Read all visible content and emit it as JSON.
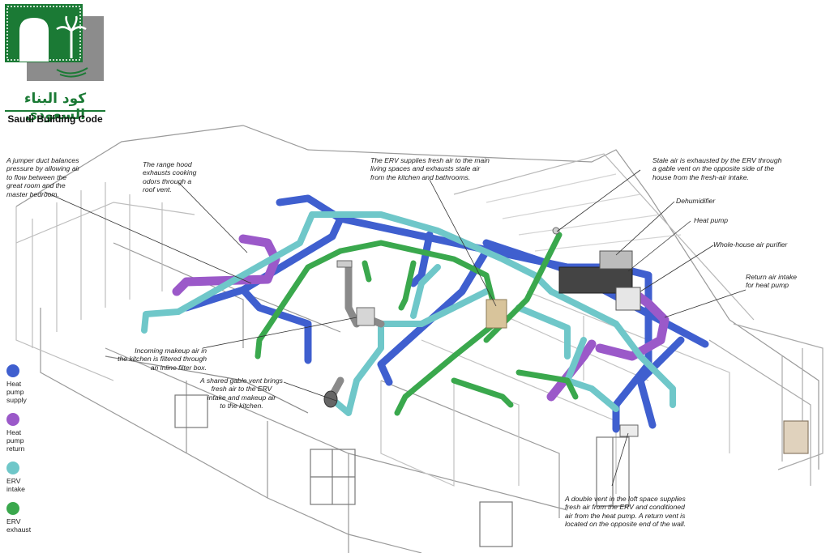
{
  "logo": {
    "arabic": "كود البناء السعودي",
    "english": "Saudi Building Code",
    "colors": {
      "green": "#1b7a35",
      "gray": "#8c8c8c"
    }
  },
  "legend": [
    {
      "label_lines": [
        "Heat",
        "pump",
        "supply"
      ],
      "color": "#3f5fcf",
      "icon": "blue-dot-icon"
    },
    {
      "label_lines": [
        "Heat",
        "pump",
        "return"
      ],
      "color": "#9b59c9",
      "icon": "purple-dot-icon"
    },
    {
      "label_lines": [
        "ERV",
        "intake"
      ],
      "color": "#6fc7c9",
      "icon": "teal-dot-icon"
    },
    {
      "label_lines": [
        "ERV",
        "exhaust"
      ],
      "color": "#3aa84d",
      "icon": "green-dot-icon"
    }
  ],
  "callouts": {
    "jumper": [
      "A jumper duct balances",
      "pressure by allowing air",
      "to flow between the",
      "great room and the",
      "master bedroom."
    ],
    "range_hood": [
      "The range hood",
      "exhausts cooking",
      "odors through a",
      "roof vent."
    ],
    "erv_supply": [
      "The ERV supplies fresh air to the main",
      "living spaces and exhausts stale air",
      "from the kitchen and bathrooms."
    ],
    "stale_air": [
      "Stale air is exhausted by the ERV through",
      "a gable vent on the opposite side of the",
      "house from the fresh-air intake."
    ],
    "dehumidifier": [
      "Dehumidifier"
    ],
    "heat_pump": [
      "Heat pump"
    ],
    "purifier": [
      "Whole-house air purifier"
    ],
    "return_intake": [
      "Return air intake",
      "for heat pump"
    ],
    "makeup": [
      "Incoming makeup air in",
      "the kitchen is filtered through",
      "an inline filter box."
    ],
    "gable": [
      "A shared gable vent brings",
      "fresh air to the ERV",
      "intake and makeup air",
      "to the kitchen."
    ],
    "double_vent": [
      "A double vent in the loft space supplies",
      "fresh air from the ERV and conditioned",
      "air from the heat pump. A return vent is",
      "located on the opposite end of the wall."
    ]
  },
  "colors": {
    "supply": "#3f5fcf",
    "return": "#9b59c9",
    "intake": "#6fc7c9",
    "exhaust": "#3aa84d",
    "structure": "#9a9a9a"
  }
}
